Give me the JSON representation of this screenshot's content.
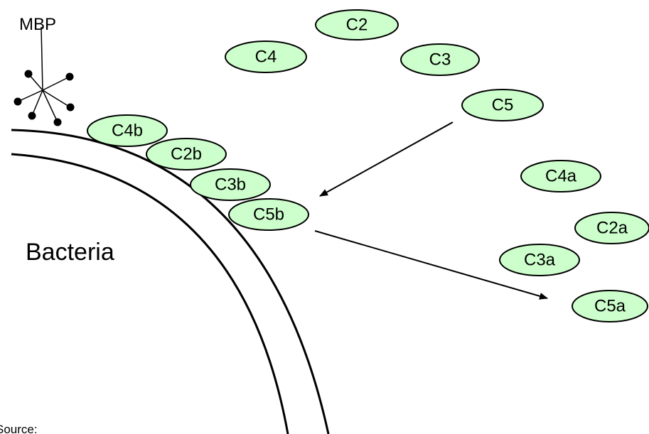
{
  "labels": {
    "mbp": "MBP",
    "bacteria": "Bacteria",
    "source": "Source:"
  },
  "components": {
    "c2": "C2",
    "c4": "C4",
    "c3": "C3",
    "c5": "C5",
    "c4b": "C4b",
    "c2b": "C2b",
    "c3b": "C3b",
    "c5b": "C5b",
    "c4a": "C4a",
    "c2a": "C2a",
    "c3a": "C3a",
    "c5a": "C5a"
  },
  "colors": {
    "component_fill": "#ccffcc",
    "outline": "#000000",
    "background": "#ffffff"
  }
}
